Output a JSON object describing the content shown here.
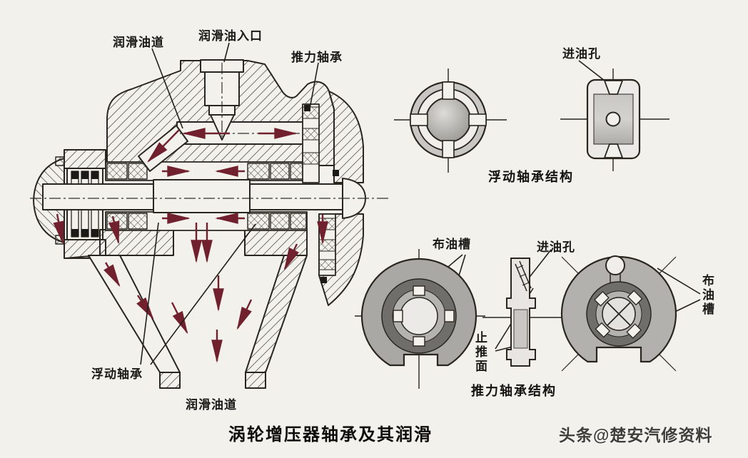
{
  "colors": {
    "background": "#f3f1ec",
    "line": "#28261f",
    "arrow": "#71212e",
    "metal_light": "#eceae6",
    "metal_mid": "#b4b2ae",
    "metal_dark": "#6f6e6a",
    "disc": "#aaa8a4"
  },
  "main_view": {
    "labels": {
      "oil_gallery_top": "润滑油道",
      "oil_inlet": "润滑油入口",
      "thrust_bearing": "推力轴承",
      "floating_bearing": "浮动轴承",
      "oil_gallery_bottom": "润滑油道"
    }
  },
  "floating_bearing_view": {
    "oil_inlet_hole": "进油孔",
    "caption": "浮动轴承结构"
  },
  "thrust_bearing_view": {
    "oil_groove": "布油槽",
    "oil_inlet_hole": "进油孔",
    "thrust_face": "止推面",
    "oil_groove_right": "布油槽",
    "caption": "推力轴承结构"
  },
  "footer": {
    "title": "涡轮增压器轴承及其润滑",
    "watermark": "头条@楚安汽修资料"
  }
}
